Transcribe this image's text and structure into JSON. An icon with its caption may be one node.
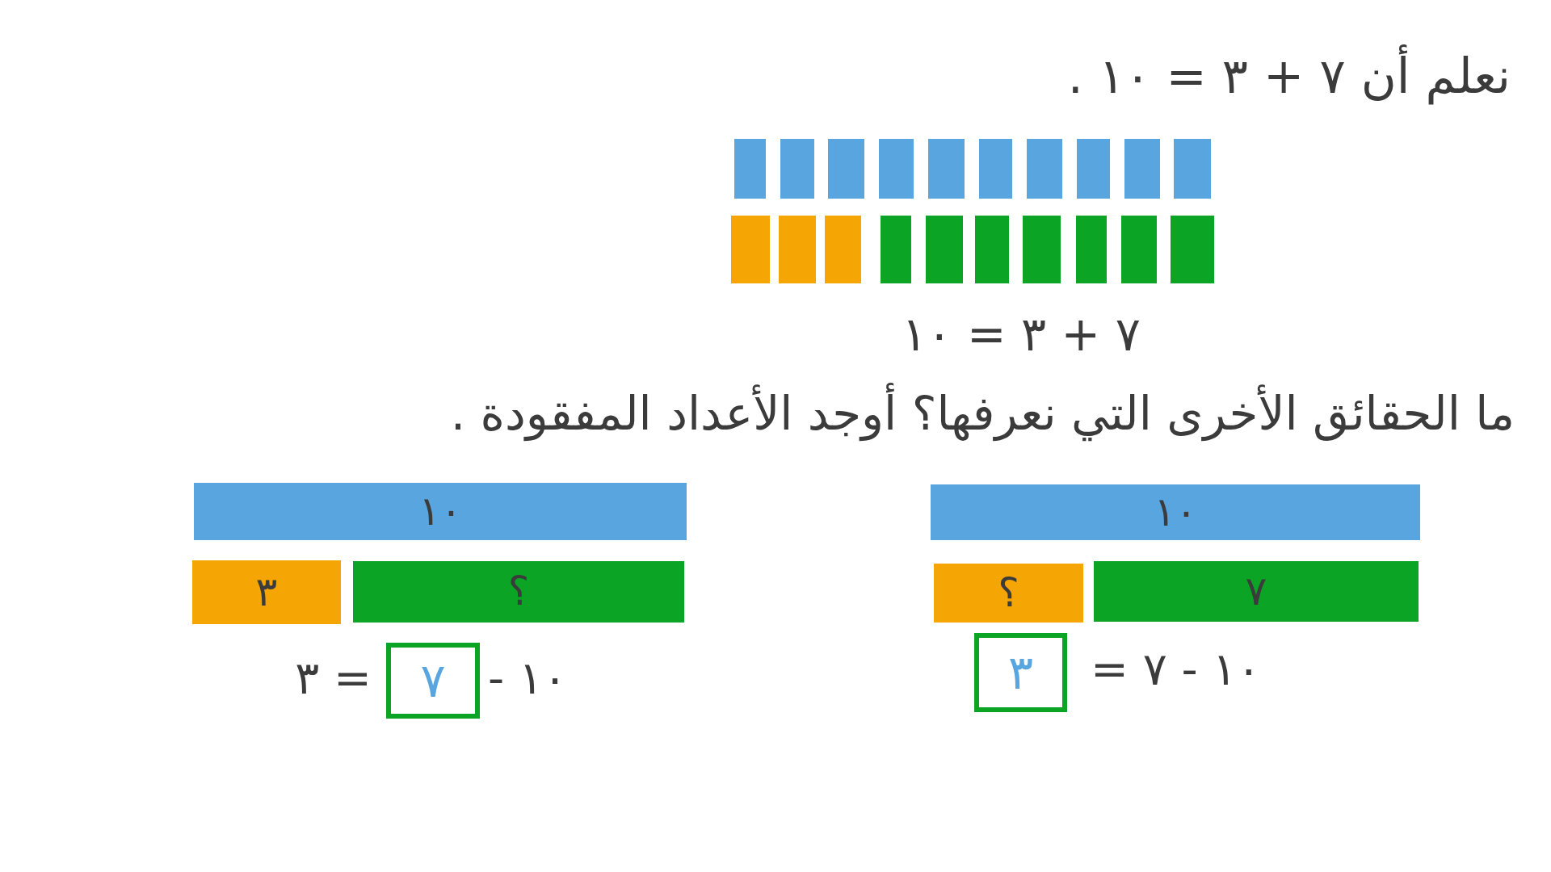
{
  "diagram": {
    "nodes": [
      {
        "text": [],
        "shape": "box"
      },
      {
        "text": [],
        "shape": "box"
      },
      {
        "text": [],
        "shape": "box"
      },
      {
        "text": [],
        "shape": "box"
      },
      {
        "text": [],
        "shape": "box"
      },
      {
        "text": [],
        "shape": "box"
      },
      {
        "text": [],
        "shape": "box"
      },
      {
        "text": [],
        "shape": "box"
      },
      {
        "text": [],
        "shape": "box"
      },
      {
        "text": [],
        "shape": "box"
      },
      {
        "text": [],
        "shape": "box"
      },
      {
        "text": [],
        "shape": "box"
      },
      {
        "text": [],
        "shape": "box"
      },
      {
        "text": [],
        "shape": "box"
      },
      {
        "text": [],
        "shape": "box"
      },
      {
        "text": [],
        "shape": "box"
      },
      {
        "text": [],
        "shape": "box"
      },
      {
        "text": [],
        "shape": "box"
      },
      {
        "text": [],
        "shape": "box"
      },
      {
        "text": [],
        "shape": "box"
      },
      {
        "text": [
          "١٠"
        ]
      },
      {
        "text": [
          "٧"
        ]
      },
      {
        "text": [
          "؟"
        ]
      },
      {
        "text": [
          "٣"
        ]
      },
      {
        "text": [
          "١٠"
        ]
      },
      {
        "text": [
          "؟"
        ]
      },
      {
        "text": [
          "٣"
        ]
      },
      {
        "text": [
          "٧"
        ]
      }
    ],
    "labels": [
      "نعلم أن ٧ + ٣ = ١٠ .",
      "٧ + ٣ = ١٠",
      "ما الحقائق الأخرى التي نعرفها؟ أوجد الأعداد المفقودة .",
      "١٠ - ٧ =",
      "١٠ -",
      "= ٣"
    ]
  }
}
